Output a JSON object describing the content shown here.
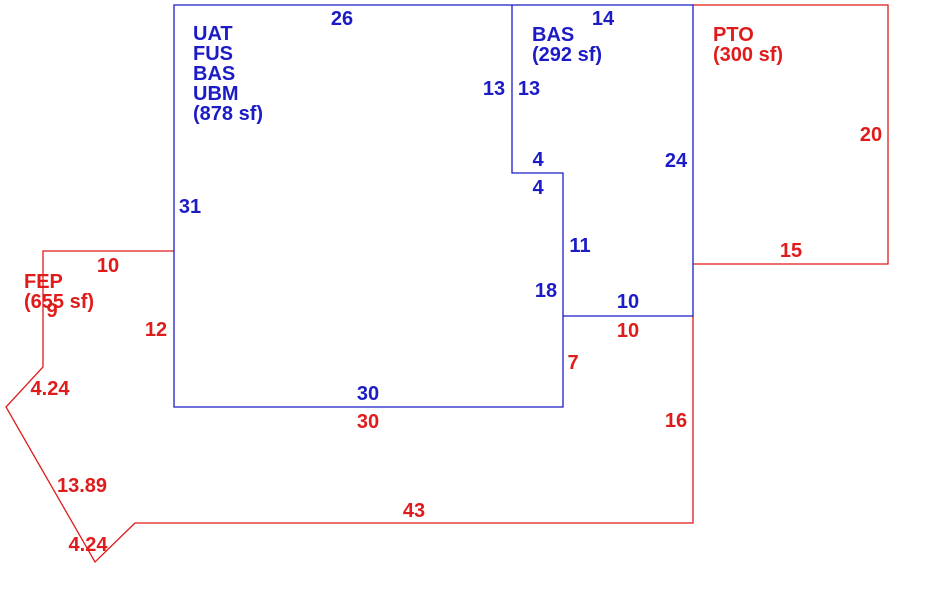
{
  "colors": {
    "main": "#1c1cc7",
    "addition": "#e01b1b"
  },
  "areas": {
    "main": {
      "lines": [
        "UAT",
        "FUS",
        "BAS",
        "UBM"
      ],
      "area": "(878 sf)"
    },
    "bas": {
      "name": "BAS",
      "area": "(292 sf)"
    },
    "pto": {
      "name": "PTO",
      "area": "(300 sf)"
    },
    "fep": {
      "name": "FEP",
      "area": "(655 sf)"
    }
  },
  "dims": {
    "main_top": "26",
    "main_left": "31",
    "main_bottom": "30",
    "main_right_upper": "13",
    "main_notch": "4",
    "main_right_lower": "18",
    "bas_top": "14",
    "bas_left": "13",
    "bas_right": "24",
    "bas_notch": "4",
    "bas_step": "11",
    "bas_bottom": "10",
    "pto_right": "20",
    "pto_bottom": "15",
    "fep_top": "10",
    "fep_left": "9",
    "fep_inner": "12",
    "fep_diag_top": "4.24",
    "fep_diag_long": "13.89",
    "fep_diag_bottom": "4.24",
    "fep_bottom": "43",
    "fep_right": "16",
    "fep_step_top": "10",
    "fep_step": "7",
    "fep_under_main": "30"
  }
}
